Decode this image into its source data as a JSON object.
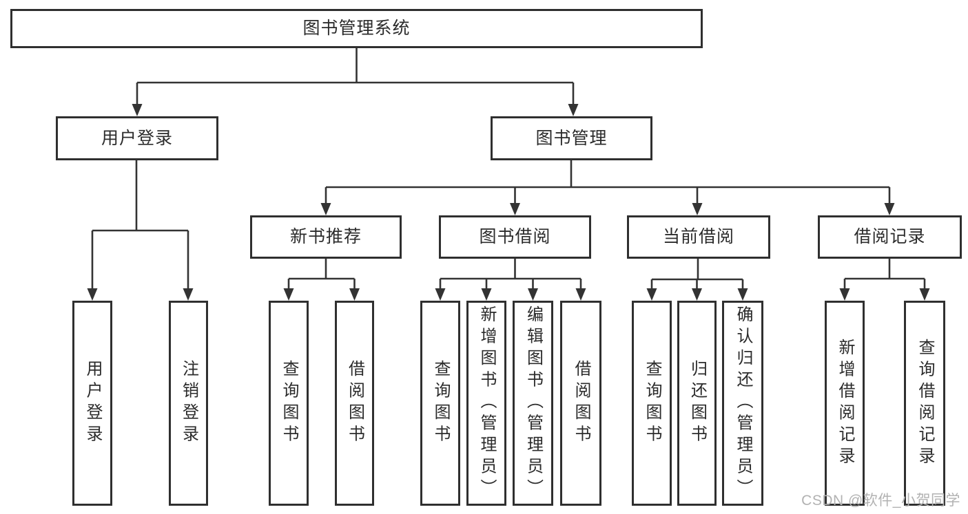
{
  "diagram": {
    "tree": {
      "label": "图书管理系统",
      "children": [
        {
          "label": "用户登录",
          "children": [
            {
              "label": "用户登录"
            },
            {
              "label": "注销登录"
            }
          ]
        },
        {
          "label": "图书管理",
          "children": [
            {
              "label": "新书推荐",
              "children": [
                {
                  "label": "查询图书"
                },
                {
                  "label": "借阅图书"
                }
              ]
            },
            {
              "label": "图书借阅",
              "children": [
                {
                  "label": "查询图书"
                },
                {
                  "label": "新增图书（管理员）"
                },
                {
                  "label": "编辑图书（管理员）"
                },
                {
                  "label": "借阅图书"
                }
              ]
            },
            {
              "label": "当前借阅",
              "children": [
                {
                  "label": "查询图书"
                },
                {
                  "label": "归还图书"
                },
                {
                  "label": "确认归还（管理员）"
                }
              ]
            },
            {
              "label": "借阅记录",
              "children": [
                {
                  "label": "新增借阅记录"
                },
                {
                  "label": "查询借阅记录"
                }
              ]
            }
          ]
        }
      ]
    },
    "colors": {
      "box_border": "#2f2f2f",
      "box_text": "#2b2b2b",
      "connector": "#333333",
      "background": "#ffffff",
      "watermark_text_color": "#b2b2b2"
    }
  },
  "watermark": {
    "text": "CSDN @软件_小贺同学"
  }
}
